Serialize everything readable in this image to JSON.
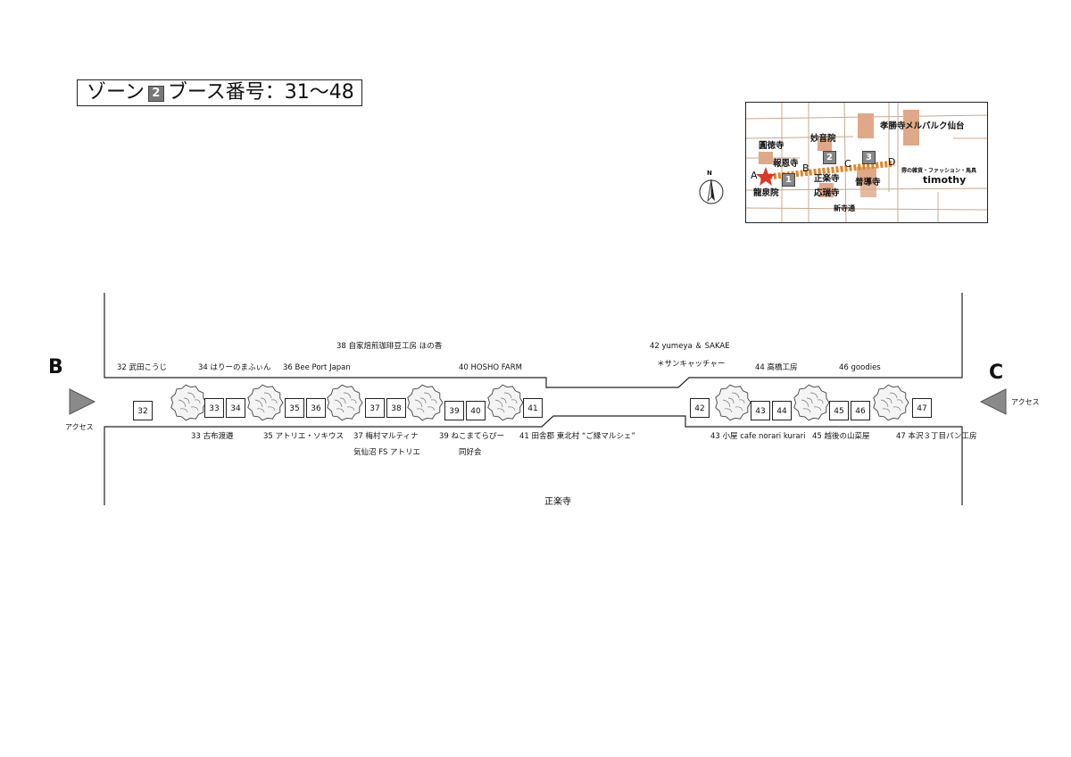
{
  "header": {
    "zone_prefix": "ゾーン",
    "zone_number": "2",
    "booth_label": "ブース番号：31〜48"
  },
  "ends": {
    "left": "B",
    "right": "C",
    "access": "アクセス"
  },
  "street_name": "正楽寺",
  "booths": [
    "32",
    "33",
    "34",
    "35",
    "36",
    "37",
    "38",
    "39",
    "40",
    "41",
    "42",
    "43",
    "44",
    "45",
    "46",
    "47"
  ],
  "labels_top": {
    "b32": "32 武田こうじ",
    "b34": "34 はりーのまふぃん",
    "b36": "36 Bee Port Japan",
    "b38": "38 自家焙煎珈琲豆工房 ほの香",
    "b40": "40 HOSHO FARM",
    "b42": "42 yumeya ＆ SAKAE",
    "b42b": "＊サンキャッチャー",
    "b44": "44 高橋工房",
    "b46": "46 goodies"
  },
  "labels_bottom": {
    "b33": "33 古布渡邉",
    "b35": "35 アトリエ・ソキウス",
    "b37": "37 梅村マルティナ",
    "b37b": "気仙沼 FS アトリエ",
    "b39": "39 ねこまてらぴー",
    "b39b": "同好会",
    "b41": "41 田舎郡 東北村 “ご縁マルシェ”",
    "b43": "43 小屋 cafe norari kurari",
    "b45": "45 越後の山菜屋",
    "b47": "47 本沢３丁目パン工房"
  },
  "minimap": {
    "north": "N",
    "places": {
      "koushoji": "孝勝寺",
      "melpark": "メルパルク仙台",
      "myoonin": "妙音院",
      "entokuji": "圓徳寺",
      "hoonji": "報恩寺",
      "ryusenin": "龍泉院",
      "shorakuji": "正楽寺",
      "osuiji": "応瑞寺",
      "fudoji": "普導寺",
      "shintera": "新寺通",
      "shop": "雰の雑貨・ファッション・馬具",
      "timothy": "timothy"
    },
    "points": [
      "A",
      "B",
      "C",
      "D"
    ],
    "zones": [
      "1",
      "2",
      "3"
    ]
  },
  "colors": {
    "map_block": "#dfa888",
    "route": "#e0862a",
    "star": "#d63a2a",
    "arrow": "#8a8a8a"
  }
}
